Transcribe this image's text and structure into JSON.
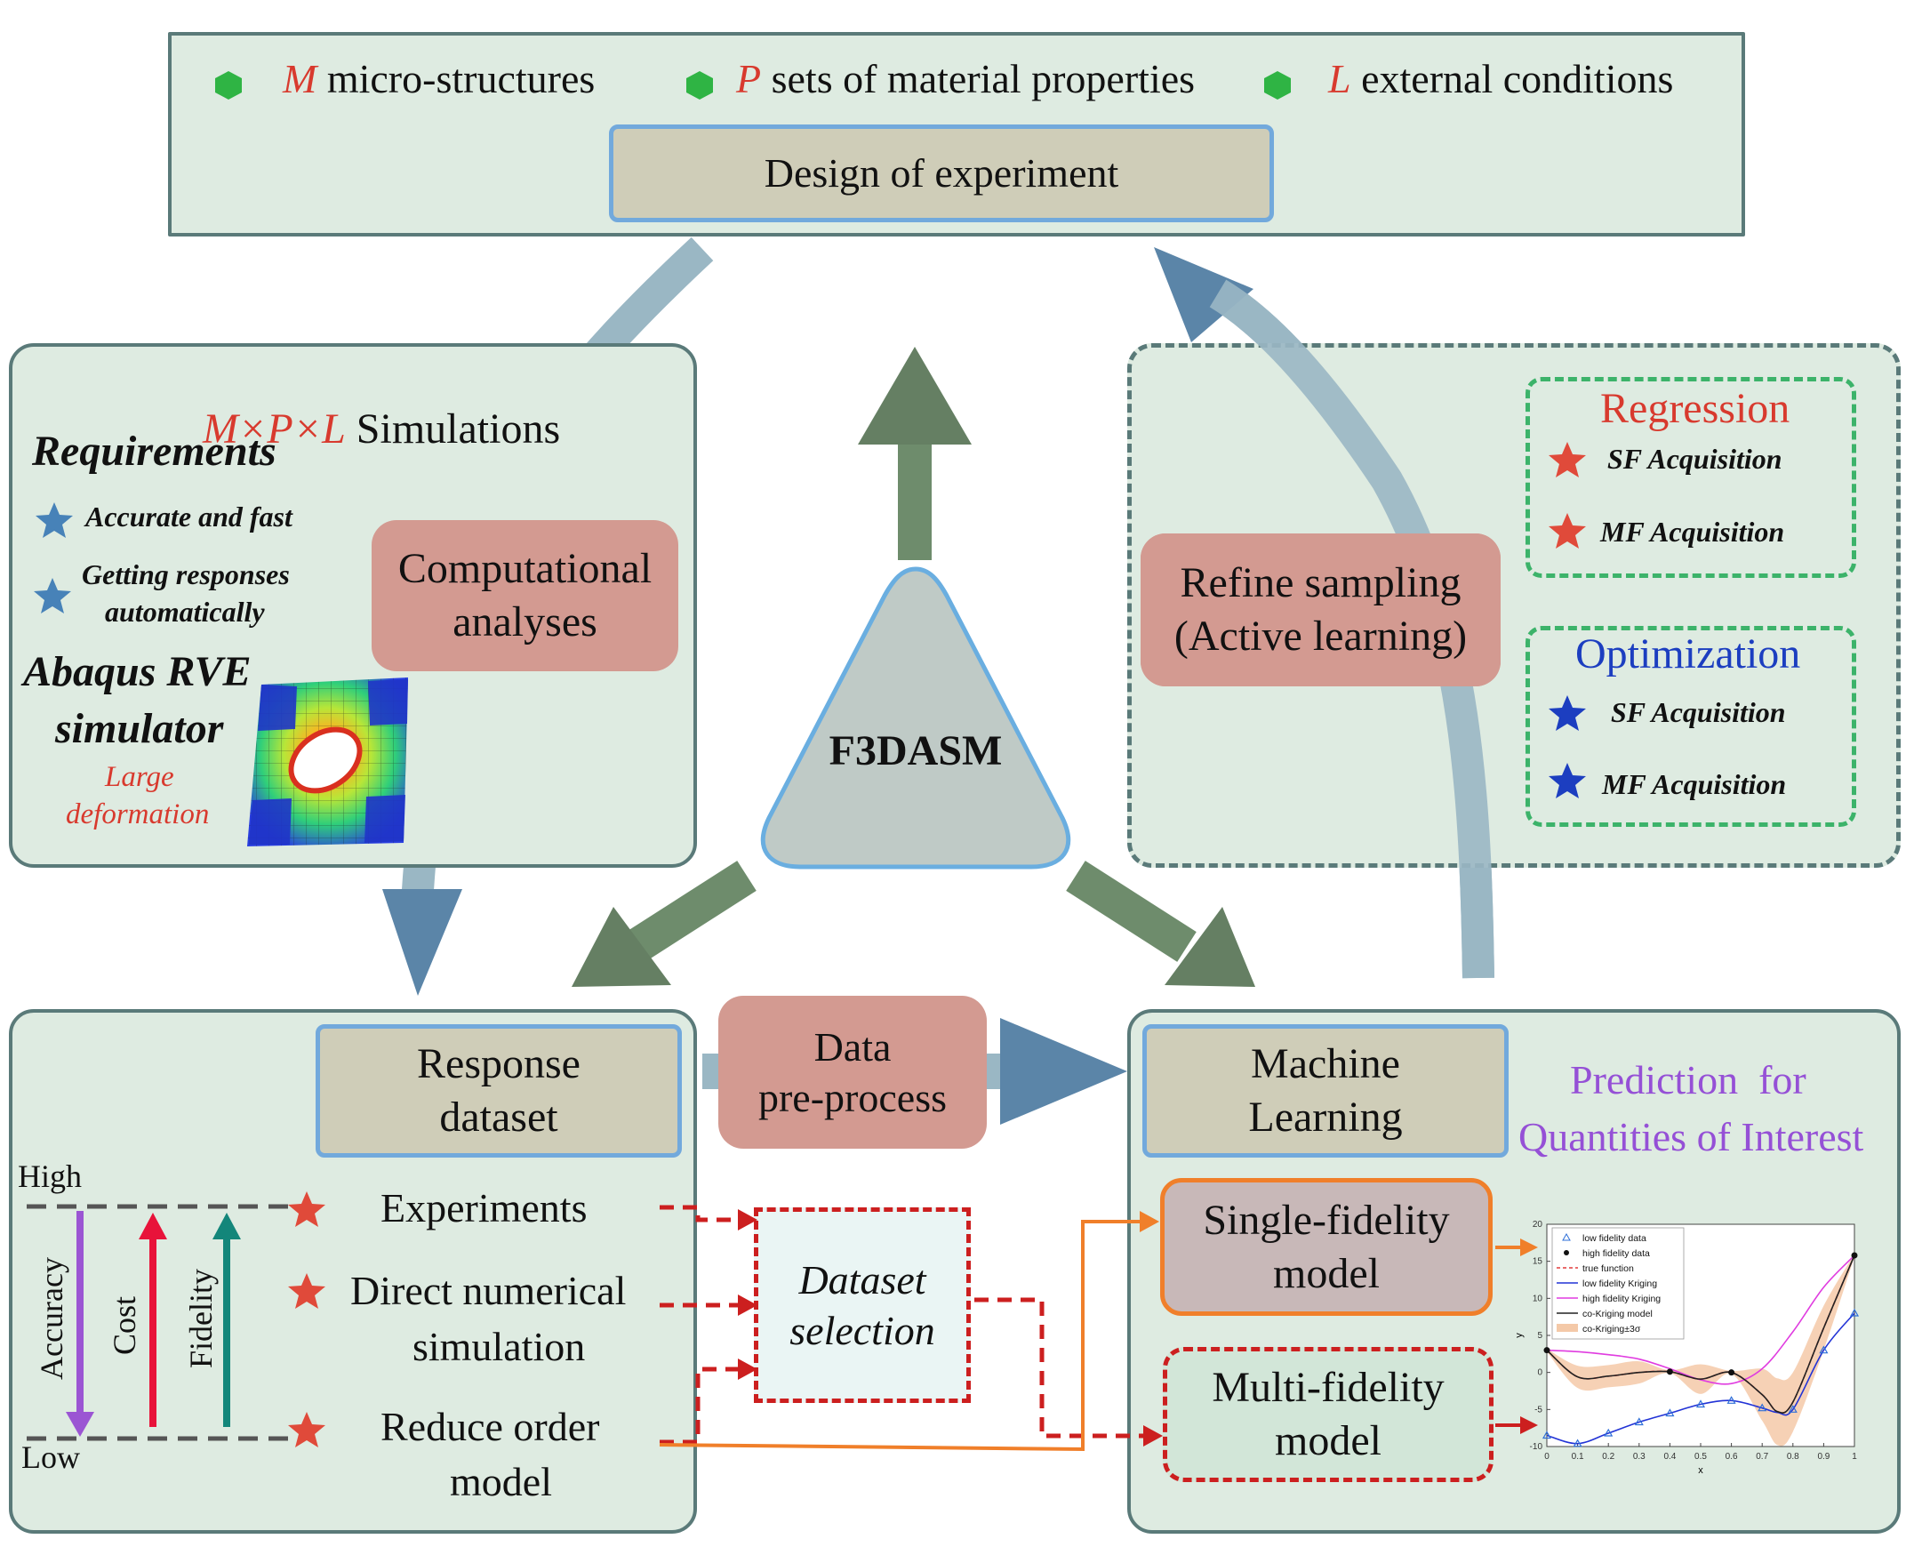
{
  "top": {
    "items": [
      {
        "var": "M",
        "text": " micro-structures"
      },
      {
        "var": "P",
        "text": " sets of material properties"
      },
      {
        "var": "L",
        "text": " external conditions"
      }
    ],
    "doe_label": "Design of experiment"
  },
  "center": {
    "label": "F3DASM"
  },
  "sim_panel": {
    "title_vars": "M×P×L",
    "title_text": " Simulations",
    "requirements_title": "Requirements",
    "requirements": [
      "Accurate and fast",
      "Getting responses",
      "automatically"
    ],
    "abaqus_line1": "Abaqus RVE",
    "abaqus_line2": "simulator",
    "large_line1": "Large",
    "large_line2": "deformation",
    "comp_line1": "Computational",
    "comp_line2": "analyses"
  },
  "active_panel": {
    "refine_line1": "Refine sampling",
    "refine_line2": "(Active learning)",
    "regression_title": "Regression",
    "regression_items": [
      "SF Acquisition",
      "MF Acquisition"
    ],
    "optimization_title": "Optimization",
    "optimization_items": [
      "SF Acquisition",
      "MF Acquisition"
    ]
  },
  "response_panel": {
    "title_line1": "Response",
    "title_line2": "dataset",
    "high": "High",
    "low": "Low",
    "axis_labels": [
      "Accuracy",
      "Cost",
      "Fidelity"
    ],
    "items": [
      "Experiments",
      "Direct numerical",
      "simulation",
      "Reduce order",
      "model"
    ]
  },
  "preprocess": {
    "line1": "Data",
    "line2": "pre-process"
  },
  "dataset_selection": {
    "line1": "Dataset",
    "line2": "selection"
  },
  "ml_panel": {
    "title_line1": "Machine",
    "title_line2": "Learning",
    "prediction_line1": "Prediction  for",
    "prediction_line2": "Quantities of Interest",
    "sf_line1": "Single-fidelity",
    "sf_line2": "model",
    "mf_line1": "Multi-fidelity",
    "mf_line2": "model"
  },
  "colors": {
    "panel_fill": "#deebe1",
    "panel_border": "#5a7a79",
    "beige_fill": "#cfcdb8",
    "box_border_blue": "#72a9dc",
    "pink_fill": "#d39a91",
    "flow_arrow": "#9ab7c4",
    "flow_arrow_head": "#5b85a8",
    "green_arrow": "#6e8c6c",
    "red_accent": "#d83a2e",
    "blue_accent": "#1c3ec0",
    "purple_accent": "#9550d6",
    "orange": "#f07f2a",
    "dashed_red": "#cc1f1f",
    "dashed_green": "#3cb36a"
  },
  "chart_data": {
    "type": "line",
    "x": [
      0,
      0.1,
      0.2,
      0.3,
      0.4,
      0.5,
      0.6,
      0.7,
      0.8,
      0.9,
      1
    ],
    "xlim": [
      0,
      1
    ],
    "ylim": [
      -10,
      20
    ],
    "xlabel": "x",
    "ylabel": "y",
    "xticks": [
      "0",
      "0.1",
      "0.2",
      "0.3",
      "0.4",
      "0.5",
      "0.6",
      "0.7",
      "0.8",
      "0.9",
      "1"
    ],
    "yticks": [
      "-10",
      "-5",
      "0",
      "5",
      "10",
      "15",
      "20"
    ],
    "legend_position": "top-left",
    "series": [
      {
        "name": "low fidelity data",
        "style": "triangle-markers",
        "color": "#2e6fd8",
        "x": [
          0,
          0.1,
          0.2,
          0.3,
          0.4,
          0.5,
          0.6,
          0.7,
          0.8,
          0.9,
          1
        ],
        "values": [
          -8.5,
          -9.6,
          -8.2,
          -6.7,
          -5.5,
          -4.3,
          -3.8,
          -4.8,
          -5.0,
          3.0,
          8.0
        ]
      },
      {
        "name": "high fidelity data",
        "style": "dot-markers",
        "color": "#111111",
        "x": [
          0,
          0.4,
          0.6,
          1
        ],
        "values": [
          3.0,
          0.1,
          0.0,
          15.8
        ]
      },
      {
        "name": "true function",
        "style": "dashed",
        "color": "#e23b3b",
        "x": [
          0,
          0.1,
          0.2,
          0.3,
          0.4,
          0.5,
          0.6,
          0.7,
          0.75,
          0.8,
          0.9,
          1
        ],
        "values": [
          3.0,
          -0.6,
          -0.5,
          0.0,
          0.1,
          -0.9,
          0.0,
          -3.0,
          -5.3,
          -4.0,
          6.0,
          15.8
        ]
      },
      {
        "name": "low fidelity Kriging",
        "style": "line",
        "color": "#2233d6",
        "x": [
          0,
          0.1,
          0.2,
          0.3,
          0.4,
          0.5,
          0.6,
          0.7,
          0.75,
          0.8,
          0.9,
          1
        ],
        "values": [
          -8.5,
          -9.6,
          -8.2,
          -6.7,
          -5.5,
          -4.3,
          -3.8,
          -4.8,
          -5.4,
          -5.0,
          3.0,
          8.0
        ]
      },
      {
        "name": "high fidelity Kriging",
        "style": "line",
        "color": "#e03ce0",
        "x": [
          0,
          0.1,
          0.2,
          0.3,
          0.4,
          0.5,
          0.6,
          0.7,
          0.8,
          0.9,
          1
        ],
        "values": [
          3.0,
          2.8,
          2.4,
          1.8,
          0.5,
          -1.0,
          -1.5,
          0.5,
          5.5,
          11.5,
          15.8
        ]
      },
      {
        "name": "co-Kriging model",
        "style": "line",
        "color": "#222222",
        "x": [
          0,
          0.1,
          0.2,
          0.3,
          0.4,
          0.5,
          0.6,
          0.7,
          0.75,
          0.8,
          0.9,
          1
        ],
        "values": [
          3.0,
          -0.6,
          -0.5,
          0.0,
          0.1,
          -0.9,
          0.0,
          -3.0,
          -5.3,
          -4.0,
          6.0,
          15.8
        ]
      },
      {
        "name": "co-Kriging±3σ",
        "style": "band",
        "color": "#f4c9a8",
        "x": [
          0,
          0.1,
          0.2,
          0.3,
          0.4,
          0.5,
          0.6,
          0.7,
          0.75,
          0.8,
          0.9,
          1
        ],
        "values": [
          3.0,
          -0.6,
          -0.5,
          0.0,
          0.1,
          -0.9,
          0.0,
          -3.0,
          -5.3,
          -4.0,
          6.0,
          15.8
        ],
        "halfwidth": [
          0.2,
          1.5,
          1.5,
          1.5,
          0.2,
          2.0,
          0.2,
          3.5,
          4.5,
          4.0,
          3.0,
          0.2
        ]
      }
    ]
  }
}
